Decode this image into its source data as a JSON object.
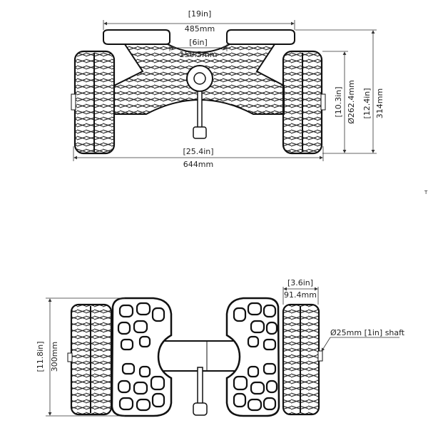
{
  "top_view": {
    "overall_pad_width": {
      "in": "[19in]",
      "mm": "485mm"
    },
    "pad_gap": {
      "in": "[6in]",
      "mm": "150.5mm"
    },
    "overall_width": {
      "in": "[25.4in]",
      "mm": "644mm"
    },
    "wheel_diameter": {
      "in": "[10.3in]",
      "mm": "Ø262.4mm"
    },
    "overall_height": {
      "in": "[12.4in]",
      "mm": "314mm"
    }
  },
  "side_marker": "T",
  "bottom_view": {
    "wheel_width": {
      "in": "[3.6in]",
      "mm": "91.4mm"
    },
    "overall_depth": {
      "in": "[11.8in]",
      "mm": "300mm"
    },
    "shaft_callout": "Ø25mm [1in] shaft"
  },
  "colors": {
    "line": "#222222",
    "background": "#ffffff"
  }
}
